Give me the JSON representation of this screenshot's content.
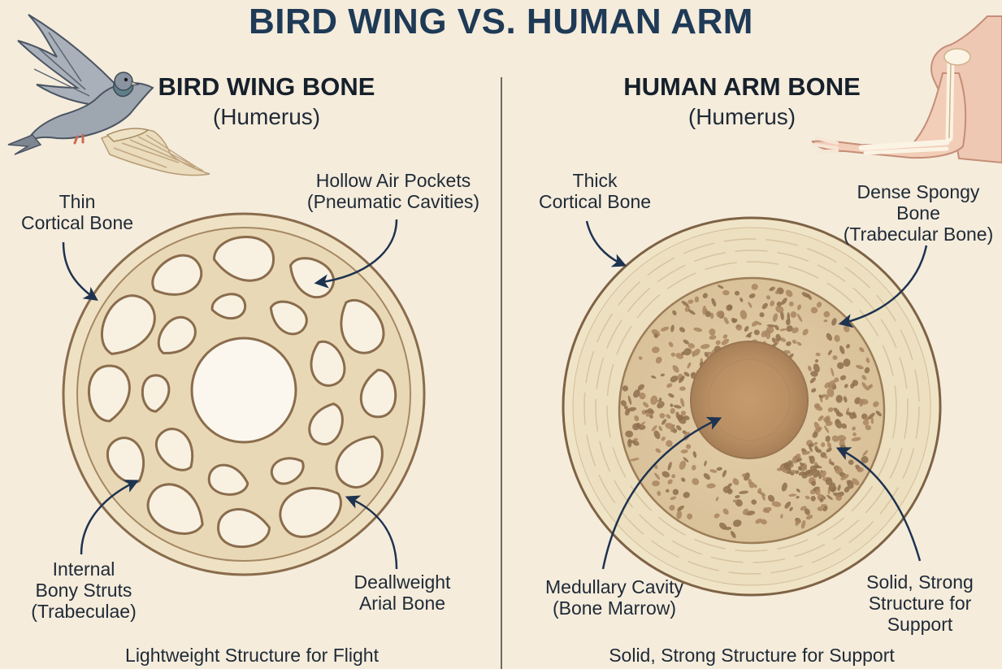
{
  "title": "BIRD WING VS. HUMAN ARM",
  "colors": {
    "background": "#f5ecdc",
    "title": "#1e3a56",
    "arrow": "#1e3350",
    "bone_light": "#efe2c4",
    "bone_tan": "#c9ad86",
    "bone_dark": "#8a6c4c",
    "marrow": "#b88f63"
  },
  "bird": {
    "title": "BIRD WING BONE",
    "subtitle": "(Humerus)",
    "labels": {
      "thin_cortical": [
        "Thin",
        "Cortical Bone"
      ],
      "air_pockets": [
        "Hollow Air Pockets",
        "(Pneumatic Cavities)"
      ],
      "struts": [
        "Internal",
        "Bony Struts",
        "(Trabeculae)"
      ],
      "deallweight": [
        "Deallweight",
        "Arial Bone"
      ]
    },
    "footer": "Lightweight Structure for Flight",
    "icons": [
      "pigeon-icon",
      "bird-wing-skeleton-icon"
    ]
  },
  "human": {
    "title": "HUMAN ARM BONE",
    "subtitle": "(Humerus)",
    "labels": {
      "thick_cortical": [
        "Thick",
        "Cortical Bone"
      ],
      "spongy": [
        "Dense Spongy",
        "Bone",
        "(Trabecular Bone)"
      ],
      "medullary": [
        "Medullary Cavity",
        "(Bone Marrow)"
      ],
      "solid": [
        "Solid, Strong",
        "Structure for",
        "Support"
      ]
    },
    "footer": "Solid, Strong Structure for Support",
    "icons": [
      "human-arm-skeleton-icon"
    ]
  }
}
